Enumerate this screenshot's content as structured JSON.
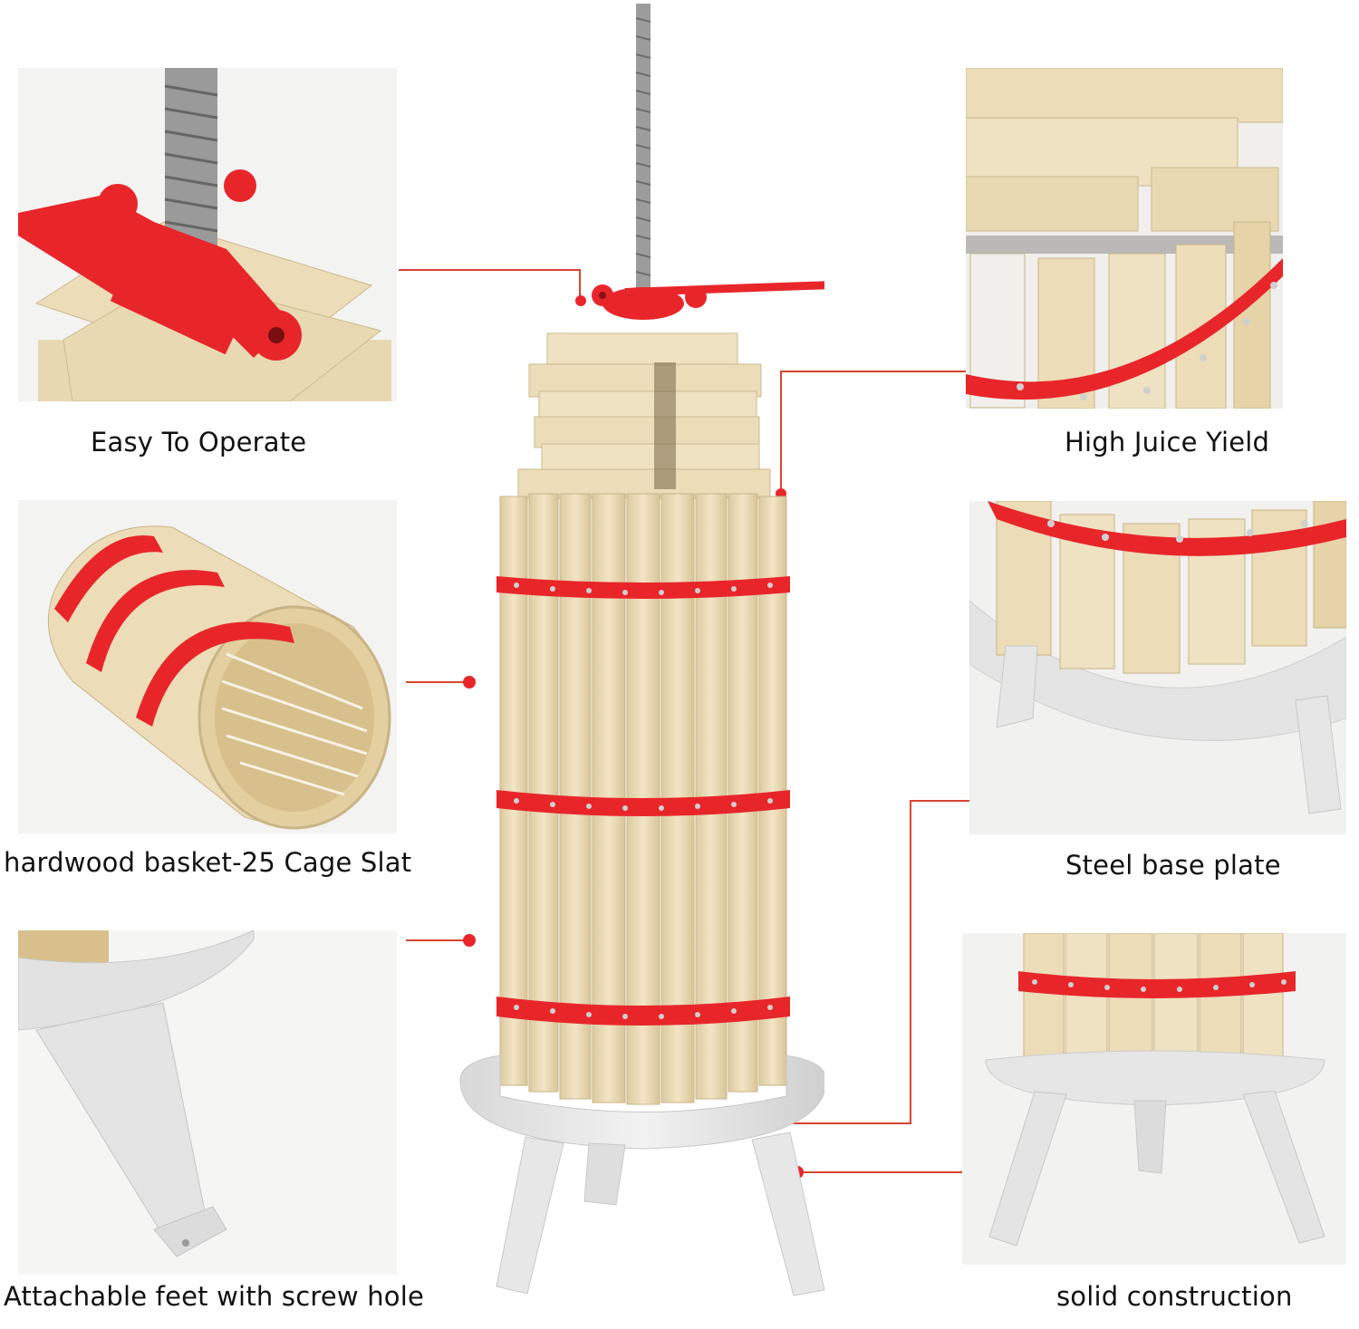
{
  "features": {
    "easy_to_operate": "Easy To Operate",
    "high_juice_yield": "High Juice Yield",
    "hardwood_basket": "hardwood basket-25 Cage Slat",
    "steel_base_plate": "Steel base plate",
    "attachable_feet": "Attachable feet with screw hole",
    "solid_construction": "solid construction"
  },
  "colors": {
    "accent_red": "#e8262a",
    "wood": "#ecdcb8",
    "steel_white": "#e9e9e9",
    "callout_line": "#d9442f"
  }
}
